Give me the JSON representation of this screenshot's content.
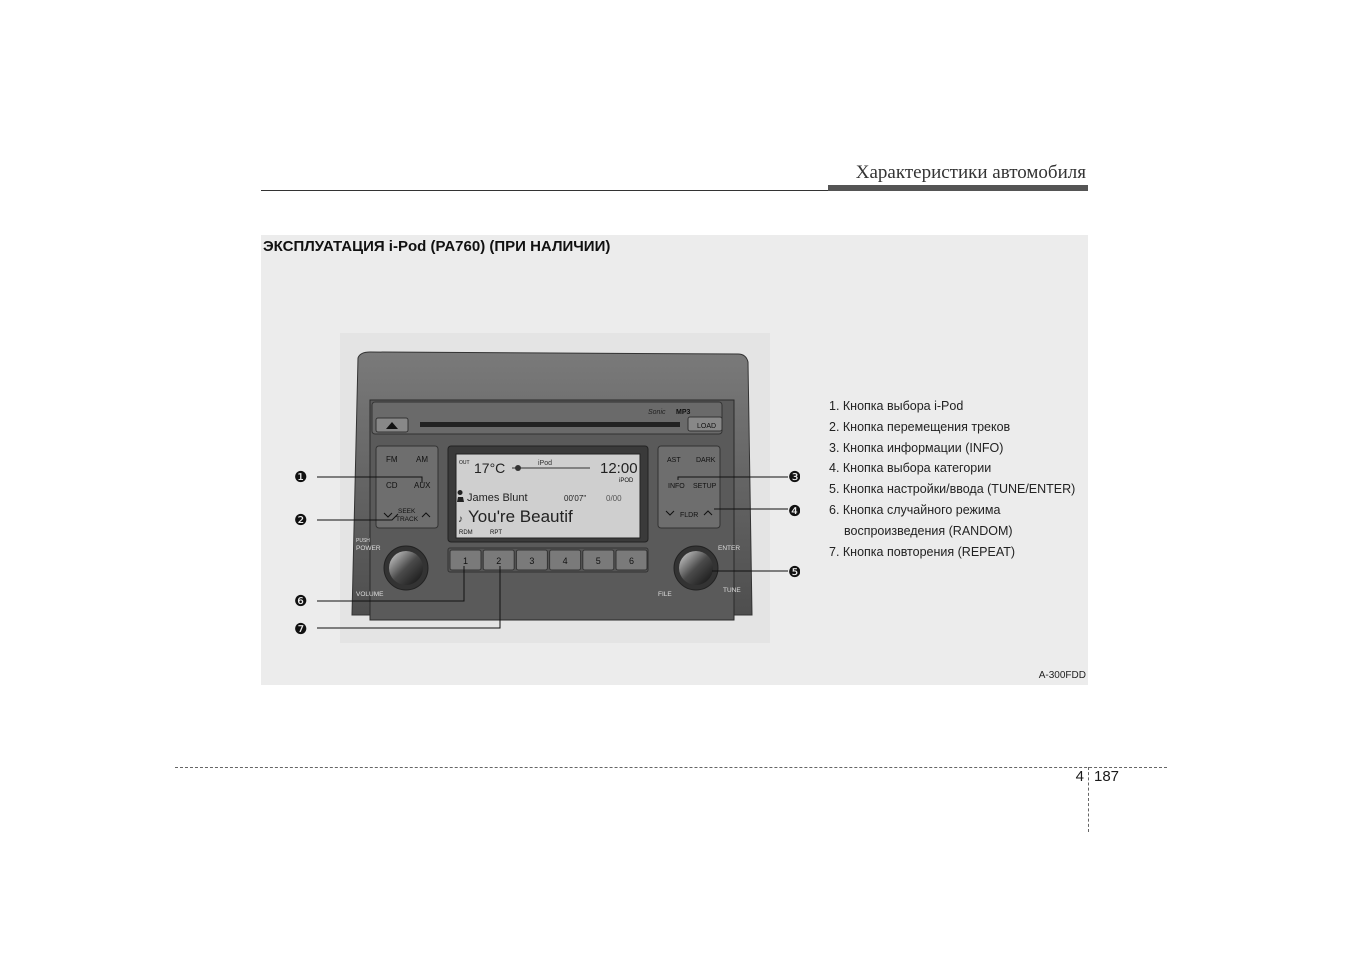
{
  "header": {
    "title": "Характеристики автомобиля"
  },
  "section": {
    "title": "ЭКСПЛУАТАЦИЯ i-Pod (PA760) (ПРИ НАЛИЧИИ)"
  },
  "legend": {
    "items": [
      "1. Кнопка выбора i-Pod",
      "2. Кнопка перемещения треков",
      "3. Кнопка информации (INFO)",
      "4. Кнопка выбора категории",
      "5. Кнопка настройки/ввода (TUNE/ENTER)",
      "6. Кнопка случайного режима",
      "воспроизведения (RANDOM)",
      "7. Кнопка повторения (REPEAT)"
    ]
  },
  "figure": {
    "code": "A-300FDD",
    "callouts": [
      "❶",
      "❷",
      "❸",
      "❹",
      "❺",
      "❻",
      "❼"
    ],
    "radio": {
      "brand": "Sonic",
      "mp3": "MP3",
      "load": "LOAD",
      "fm": "FM",
      "am": "AM",
      "cd": "CD",
      "aux": "AUX",
      "seek": "SEEK",
      "track": "TRACK",
      "ast": "AST",
      "dark": "DARK",
      "info": "INFO",
      "setup": "SETUP",
      "fldr": "FLDR",
      "push": "PUSH",
      "power": "POWER",
      "volume": "VOLUME",
      "enter": "ENTER",
      "file": "FILE",
      "tune": "TUNE",
      "presets": [
        "1",
        "2",
        "3",
        "4",
        "5",
        "6"
      ],
      "display": {
        "out_label": "OUT",
        "temp": "17°C",
        "source": "iPod",
        "time": "12:00",
        "mode": "iPOD",
        "artist": "James Blunt",
        "elapsed": "00'07\"",
        "track": "0/00",
        "song": "You're Beautif",
        "rdm": "RDM",
        "rpt": "RPT"
      }
    }
  },
  "footer": {
    "chapter": "4",
    "page": "187"
  }
}
